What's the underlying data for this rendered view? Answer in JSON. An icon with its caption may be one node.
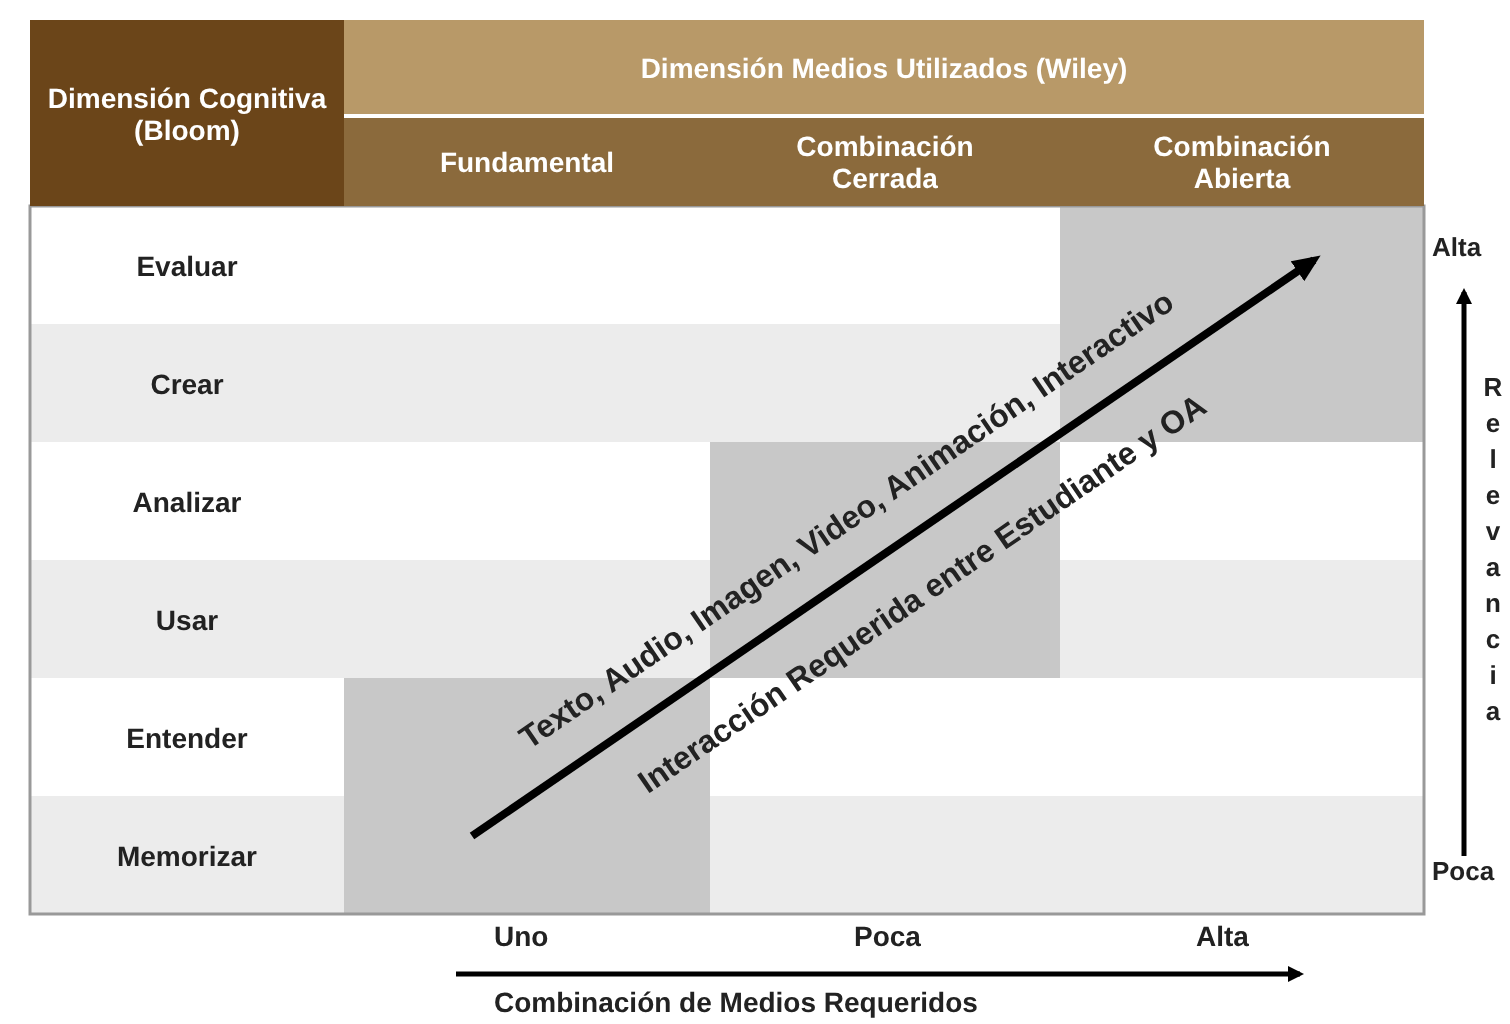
{
  "diagram": {
    "labels": [
      "Dimensión Cognitiva (Bloom)",
      "Dimensión Medios Utilizados (Wiley)",
      "Fundamental",
      "Combinación Cerrada",
      "Combinación Abierta",
      "Alta",
      "Evaluar",
      "Crear",
      "Analizar",
      "Usar",
      "Entender",
      "Memorizar",
      "Texto, Audio, Imagen, Video, Animación, Interactivo",
      "Interacción Requerida entre Estudiante y OA",
      "Relevancia",
      "Poca",
      "Uno",
      "Poca",
      "Alta",
      "Combinación de Medios Requeridos"
    ]
  }
}
